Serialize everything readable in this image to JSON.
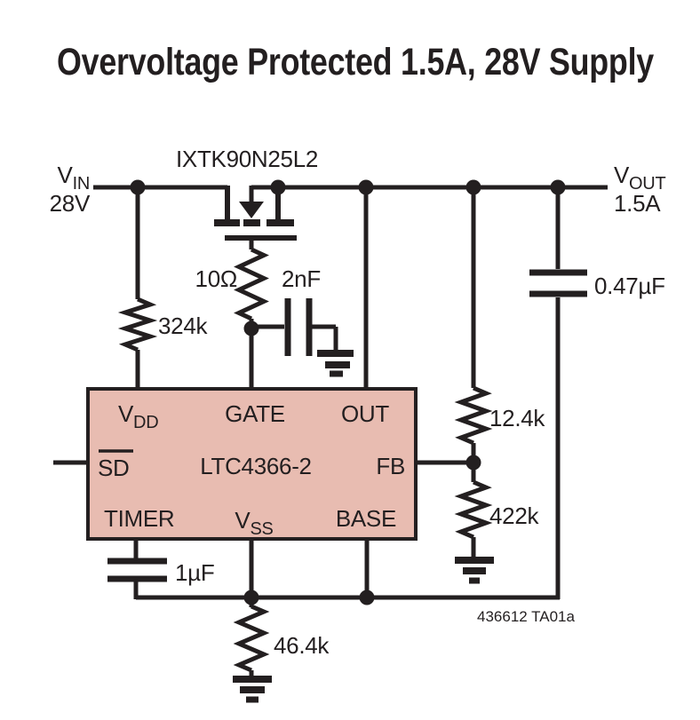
{
  "title": "Overvoltage Protected 1.5A, 28V Supply",
  "colors": {
    "ic_fill": "#e8bcb1",
    "ink": "#231f20"
  },
  "labels": {
    "vin": {
      "v": "V",
      "sub": "IN",
      "value": "28V"
    },
    "vout": {
      "v": "V",
      "sub": "OUT",
      "value": "1.5A"
    },
    "mosfet_part": "IXTK90N25L2",
    "note": "436612 TA01a"
  },
  "components": {
    "r_vdd": "324k",
    "r_gate": "10Ω",
    "c_gate": "2nF",
    "c_out": "0.47µF",
    "r_fb_top": "12.4k",
    "r_fb_bot": "422k",
    "r_timer": "46.4k",
    "c_timer": "1µF"
  },
  "ic": {
    "part": "LTC4366-2",
    "pins": {
      "vdd": {
        "v": "V",
        "sub": "DD"
      },
      "gate": "GATE",
      "out": "OUT",
      "sd": "SD",
      "fb": "FB",
      "timer": "TIMER",
      "vss": {
        "v": "V",
        "sub": "SS"
      },
      "base": "BASE"
    }
  }
}
